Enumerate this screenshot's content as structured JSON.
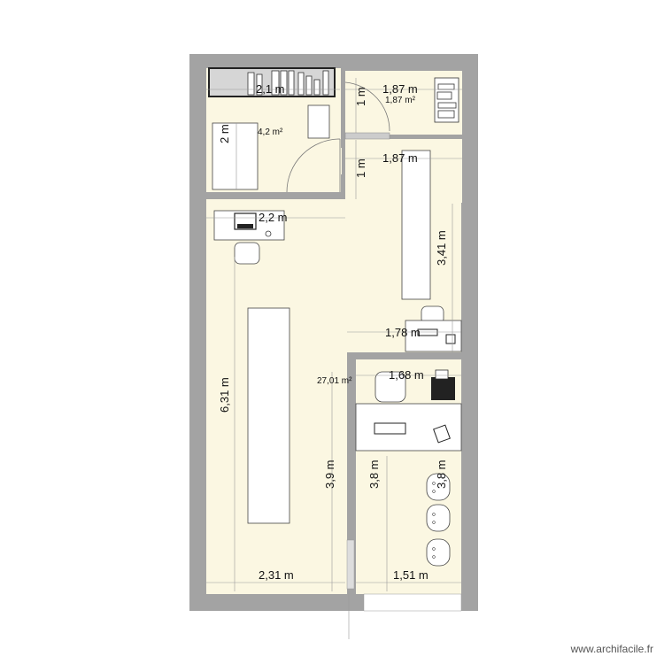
{
  "colors": {
    "floor": "#fbf7e2",
    "wall": "#a3a3a3",
    "furniture": "#ffffff",
    "line": "#555555"
  },
  "dims": {
    "top_left_width": "2,1 m",
    "top_right_width": "1,87 m",
    "top_right_height": "1 m",
    "top_left_height": "2 m",
    "corridor_width": "1,87 m",
    "corridor_height": "1 m",
    "desk_width": "2,2 m",
    "right_strip_height": "3,41 m",
    "right_upper_width": "1,78 m",
    "right_office_width": "1,68 m",
    "main_height": "6,31 m",
    "partition_height": "3,9 m",
    "office_height_left": "3,8 m",
    "office_height_right": "3,8 m",
    "main_width": "2,31 m",
    "office_width": "1,51 m"
  },
  "areas": {
    "small_room": "1,87 m²",
    "bedroom": "4,2 m²",
    "main_room": "27,01 m²"
  },
  "watermark": "www.archifacile.fr"
}
